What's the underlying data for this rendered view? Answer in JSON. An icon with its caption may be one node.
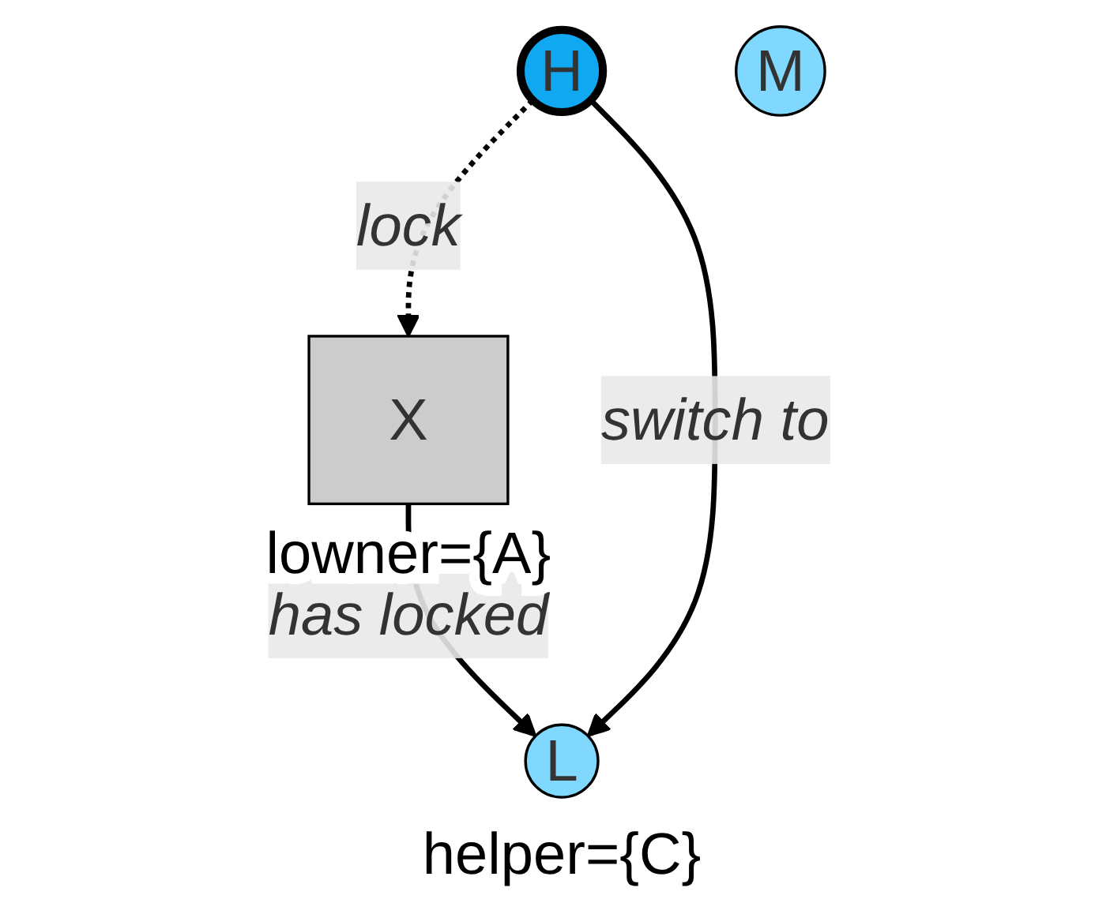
{
  "diagram": {
    "nodes": [
      {
        "text": [
          "H"
        ]
      },
      {
        "text": [
          "M"
        ]
      },
      {
        "text": [
          "L"
        ],
        "beside": [
          "helper={C}"
        ]
      },
      {
        "text": [
          "X"
        ],
        "beside": [
          "lowner={A}"
        ]
      }
    ],
    "edges": [
      {
        "from": 0,
        "to": 3,
        "arrow": "to",
        "label": "lock",
        "style": "dashed"
      },
      {
        "from": 3,
        "to": 2,
        "arrow": "to",
        "label": "has locked"
      },
      {
        "from": 0,
        "to": 2,
        "arrow": "to",
        "label": "switch to"
      }
    ]
  }
}
